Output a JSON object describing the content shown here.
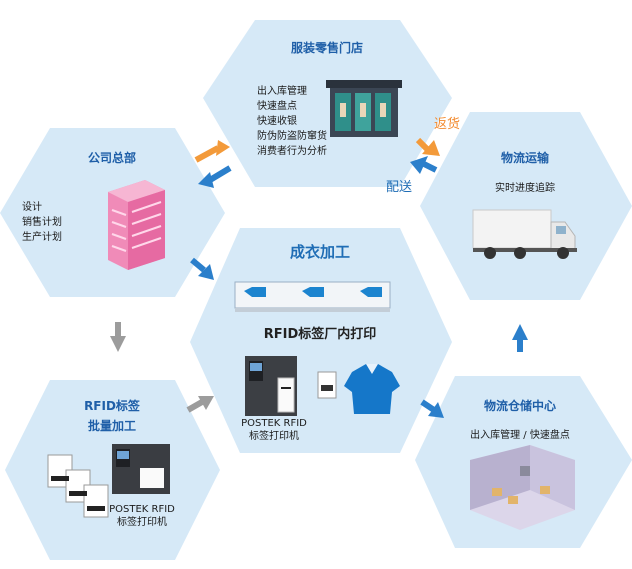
{
  "colors": {
    "hex_fill": "#d6e9f7",
    "title_blue": "#1f5fa8",
    "arrow_blue": "#2b7fcb",
    "arrow_orange": "#f39a3a",
    "arrow_gray": "#9c9c9c"
  },
  "store": {
    "title": "服装零售门店",
    "items": [
      "出入库管理",
      "快速盘点",
      "快速收银",
      "防伪防盗防窜货",
      "消费者行为分析"
    ]
  },
  "hq": {
    "title": "公司总部",
    "items": [
      "设计",
      "销售计划",
      "生产计划"
    ]
  },
  "transport": {
    "title": "物流运输",
    "subtitle": "实时进度追踪"
  },
  "factory": {
    "title": "成衣加工",
    "print_title": "RFID标签厂内打印",
    "printer_model": "POSTEK RFID",
    "printer_label": "标签打印机"
  },
  "rfid_batch": {
    "title_line1": "RFID标签",
    "title_line2": "批量加工",
    "printer_model": "POSTEK RFID",
    "printer_label": "标签打印机"
  },
  "warehouse": {
    "title": "物流仓储中心",
    "subtitle": "出入库管理 / 快速盘点"
  },
  "flows": {
    "return_label": "返货",
    "deliver_label": "配送"
  }
}
